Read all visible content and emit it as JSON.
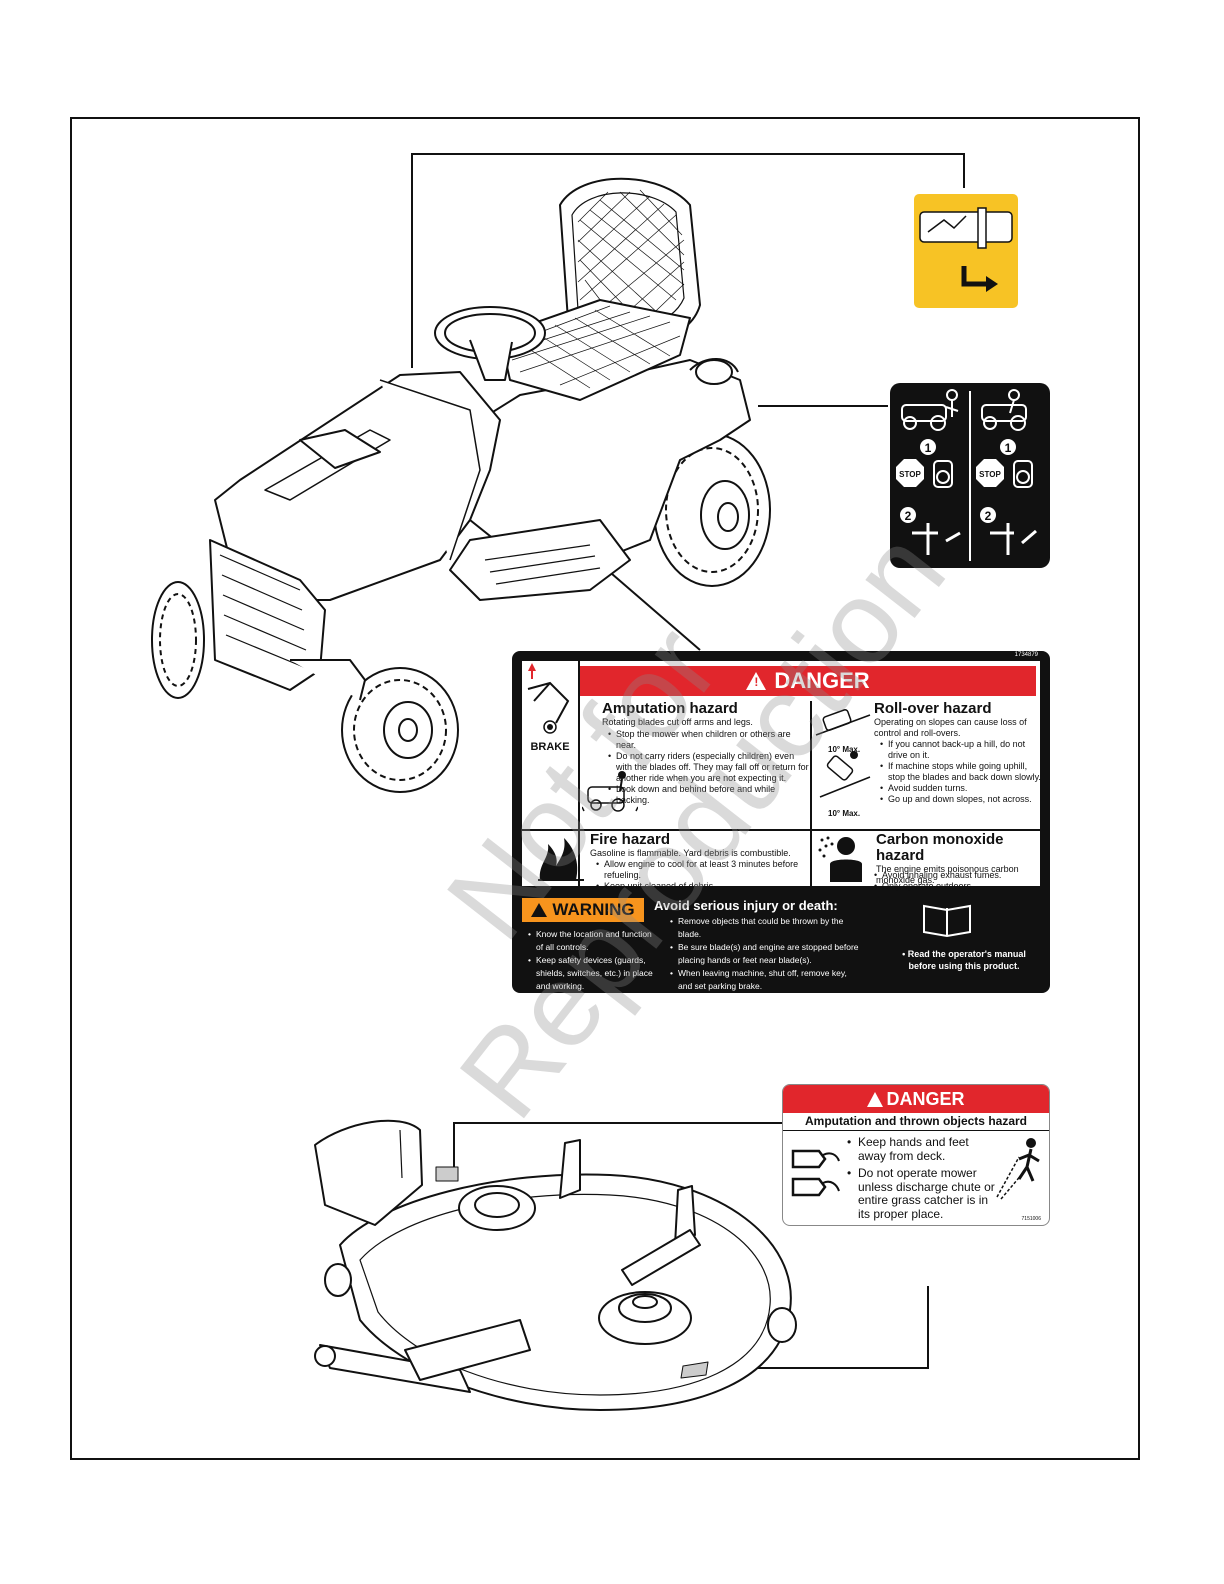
{
  "main_decal": {
    "part_number": "1734879",
    "side_label": "BRAKE",
    "banner": "DANGER",
    "amputation": {
      "title": "Amputation hazard",
      "intro": "Rotating blades cut off arms and legs.",
      "bullets": [
        "Stop the mower when children or others are near.",
        "Do not carry riders (especially children) even with the blades off. They may fall off or return for another ride when you are not expecting it.",
        "Look down and behind before and while backing."
      ]
    },
    "rollover": {
      "title": "Roll-over hazard",
      "intro": "Operating on slopes can cause loss of control and roll-overs.",
      "slope_label_1": "10° Max.",
      "slope_label_2": "10° Max.",
      "bullets": [
        "If you cannot back-up a hill, do not drive on it.",
        "If machine stops while going uphill, stop the blades and back down slowly.",
        "Avoid sudden turns.",
        "Go up and down slopes, not across."
      ]
    },
    "fire": {
      "title": "Fire hazard",
      "intro": "Gasoline is flammable.  Yard debris is combustible.",
      "bullets": [
        "Allow engine to cool for at least 3 minutes before refueling.",
        "Keep unit cleaned of debris."
      ]
    },
    "carbon": {
      "title": "Carbon monoxide hazard",
      "intro": "The engine emits poisonous carbon monoxide gas.",
      "bullets": [
        "Avoid inhaling exhaust fumes.",
        "Only operate outdoors."
      ]
    },
    "warning": {
      "label": "WARNING",
      "headline": "Avoid serious injury or death:",
      "col1": [
        "Know the location and function of all controls.",
        "Keep safety devices (guards, shields, switches, etc.) in place and working."
      ],
      "col2": [
        "Remove objects that could be thrown by the blade.",
        "Be sure blade(s) and engine are stopped before placing hands or feet near blade(s).",
        "When leaving machine, shut off, remove key, and set parking brake."
      ],
      "manual_note": "• Read the operator's manual before using this product."
    }
  },
  "park_decal": {
    "step1": "1",
    "step2": "2",
    "stop_label": "STOP"
  },
  "deck_decal": {
    "banner": "DANGER",
    "subtitle": "Amputation and thrown objects hazard",
    "bullets": [
      "Keep hands and feet away from deck.",
      "Do not operate mower unless discharge chute or entire grass catcher is in its proper place."
    ],
    "part_number": "7151006"
  },
  "watermark": {
    "line1": "Not for",
    "line2": "Reproduction"
  },
  "colors": {
    "danger_red": "#e1262c",
    "warning_orange": "#f7941d",
    "decal_yellow": "#f7c325"
  }
}
